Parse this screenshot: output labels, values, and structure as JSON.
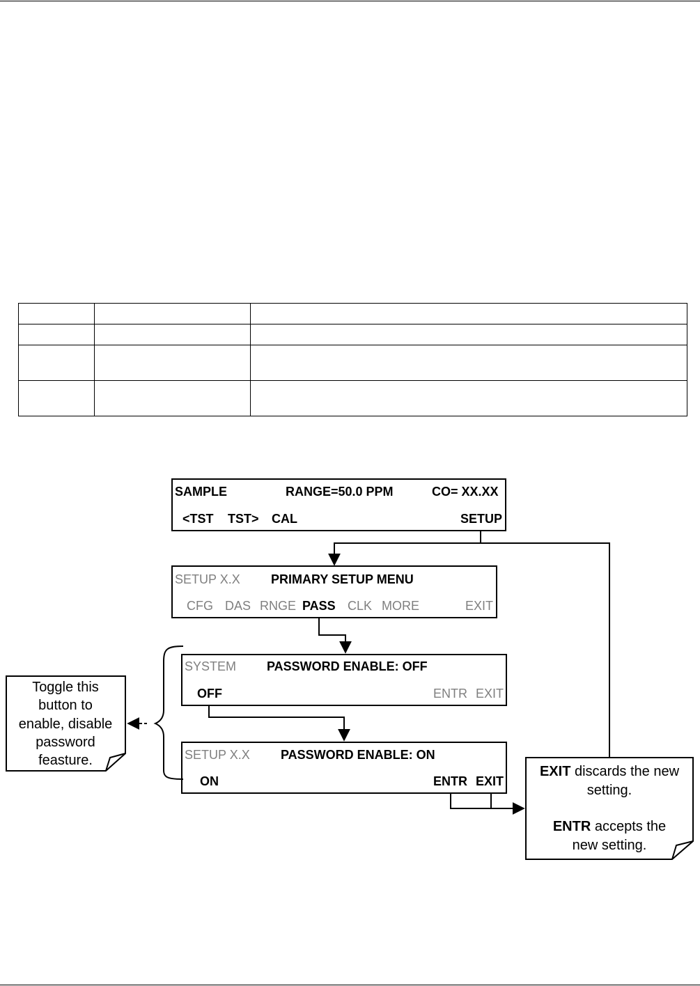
{
  "doc_table": {
    "rows": [
      [
        "",
        "",
        ""
      ],
      [
        "",
        "",
        ""
      ],
      [
        "",
        "",
        ""
      ],
      [
        "",
        "",
        ""
      ]
    ]
  },
  "screens": {
    "main": {
      "mode": "SAMPLE",
      "range": "RANGE=50.0 PPM",
      "conc": "CO= XX.XX",
      "buttons": [
        "<TST",
        "TST>",
        "CAL",
        "SETUP"
      ]
    },
    "setup": {
      "mode": "SETUP X.X",
      "title": "PRIMARY SETUP MENU",
      "buttons": [
        "CFG",
        "DAS",
        "RNGE",
        "PASS",
        "CLK",
        "MORE",
        "EXIT"
      ]
    },
    "pass_off": {
      "mode": "SYSTEM",
      "title": "PASSWORD ENABLE: OFF",
      "buttons": [
        "OFF",
        "ENTR",
        "EXIT"
      ]
    },
    "pass_on": {
      "mode": "SETUP X.X",
      "title": "PASSWORD ENABLE: ON",
      "buttons": [
        "ON",
        "ENTR",
        "EXIT"
      ]
    }
  },
  "callouts": {
    "toggle": [
      "Toggle this",
      "button to",
      "enable, disable",
      "password",
      "feasture."
    ],
    "exit_entr": {
      "exit_key": "EXIT",
      "exit_text": " discards the new",
      "exit_text2": "setting.",
      "entr_key": "ENTR",
      "entr_text": " accepts the",
      "entr_text2": "new setting."
    }
  },
  "colors": {
    "active": "#000000",
    "inactive": "#7f7f7f"
  }
}
